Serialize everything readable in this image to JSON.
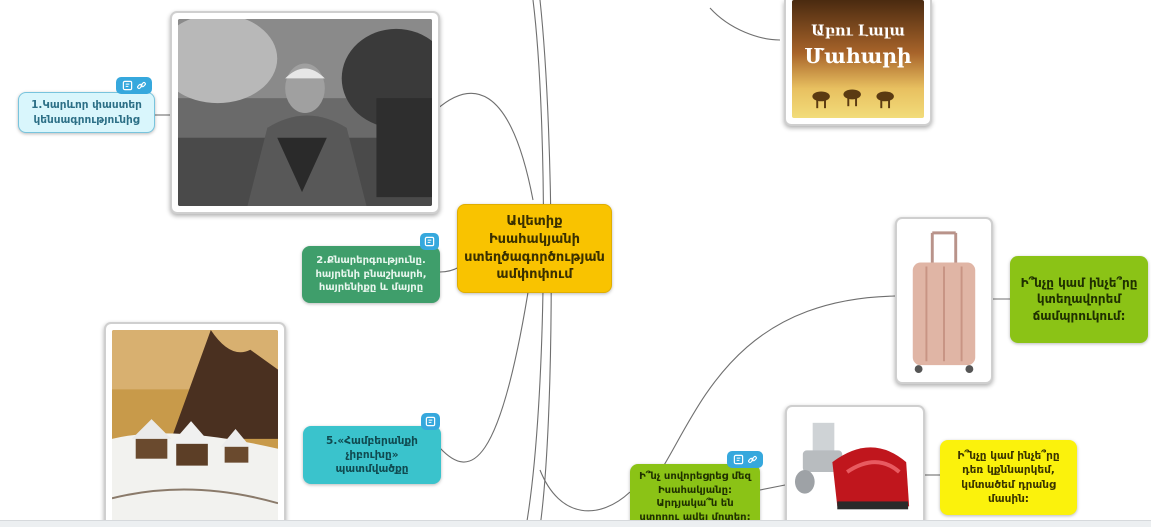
{
  "colors": {
    "central": "#f9c300",
    "light_blue": "#d9f6fc",
    "green_dark": "#3f9e6b",
    "teal": "#3ac3cc",
    "lime": "#8bc316",
    "yellow": "#fbf20c",
    "connector": "#6f6f6f",
    "badge": "#36a8dd"
  },
  "central_topic": {
    "text": "Ավետիք Իսահակյանի ստեղծագործության ամփոփում"
  },
  "nodes": {
    "important_facts": "1.Կարևոր փաստեր կենսագրությունից",
    "works": "2.Քնարերգությունը. հայրենի բնաշխարհ, հայրենիքը և մայրը",
    "story": "5.«Համբերանքի չիբուխը» պատմվածքը",
    "learned": "Ի՞նչ սովորեցրեց մեզ Իսահակյանը: Արդյակա՞ն են ստորու ավել մրտեր:",
    "travel": "Ի՞նչը կամ ինչե՞րը կտեղավորեմ ճամպրուկում:",
    "unknown": "Ի՞նչը կամ ինչե՞րը դեռ կքննարկեմ, կմտածեմ դրանց մասին:"
  },
  "book_cover": {
    "title_line1": "Աբու Լալա",
    "title_line2": "Մահարի"
  },
  "badge_icons": {
    "note": "note-icon",
    "link": "link-icon"
  },
  "images": {
    "portrait": "portrait-photo",
    "winter": "winter-painting",
    "suitcase": "suitcase-photo",
    "grinder": "meat-grinder-photo"
  }
}
